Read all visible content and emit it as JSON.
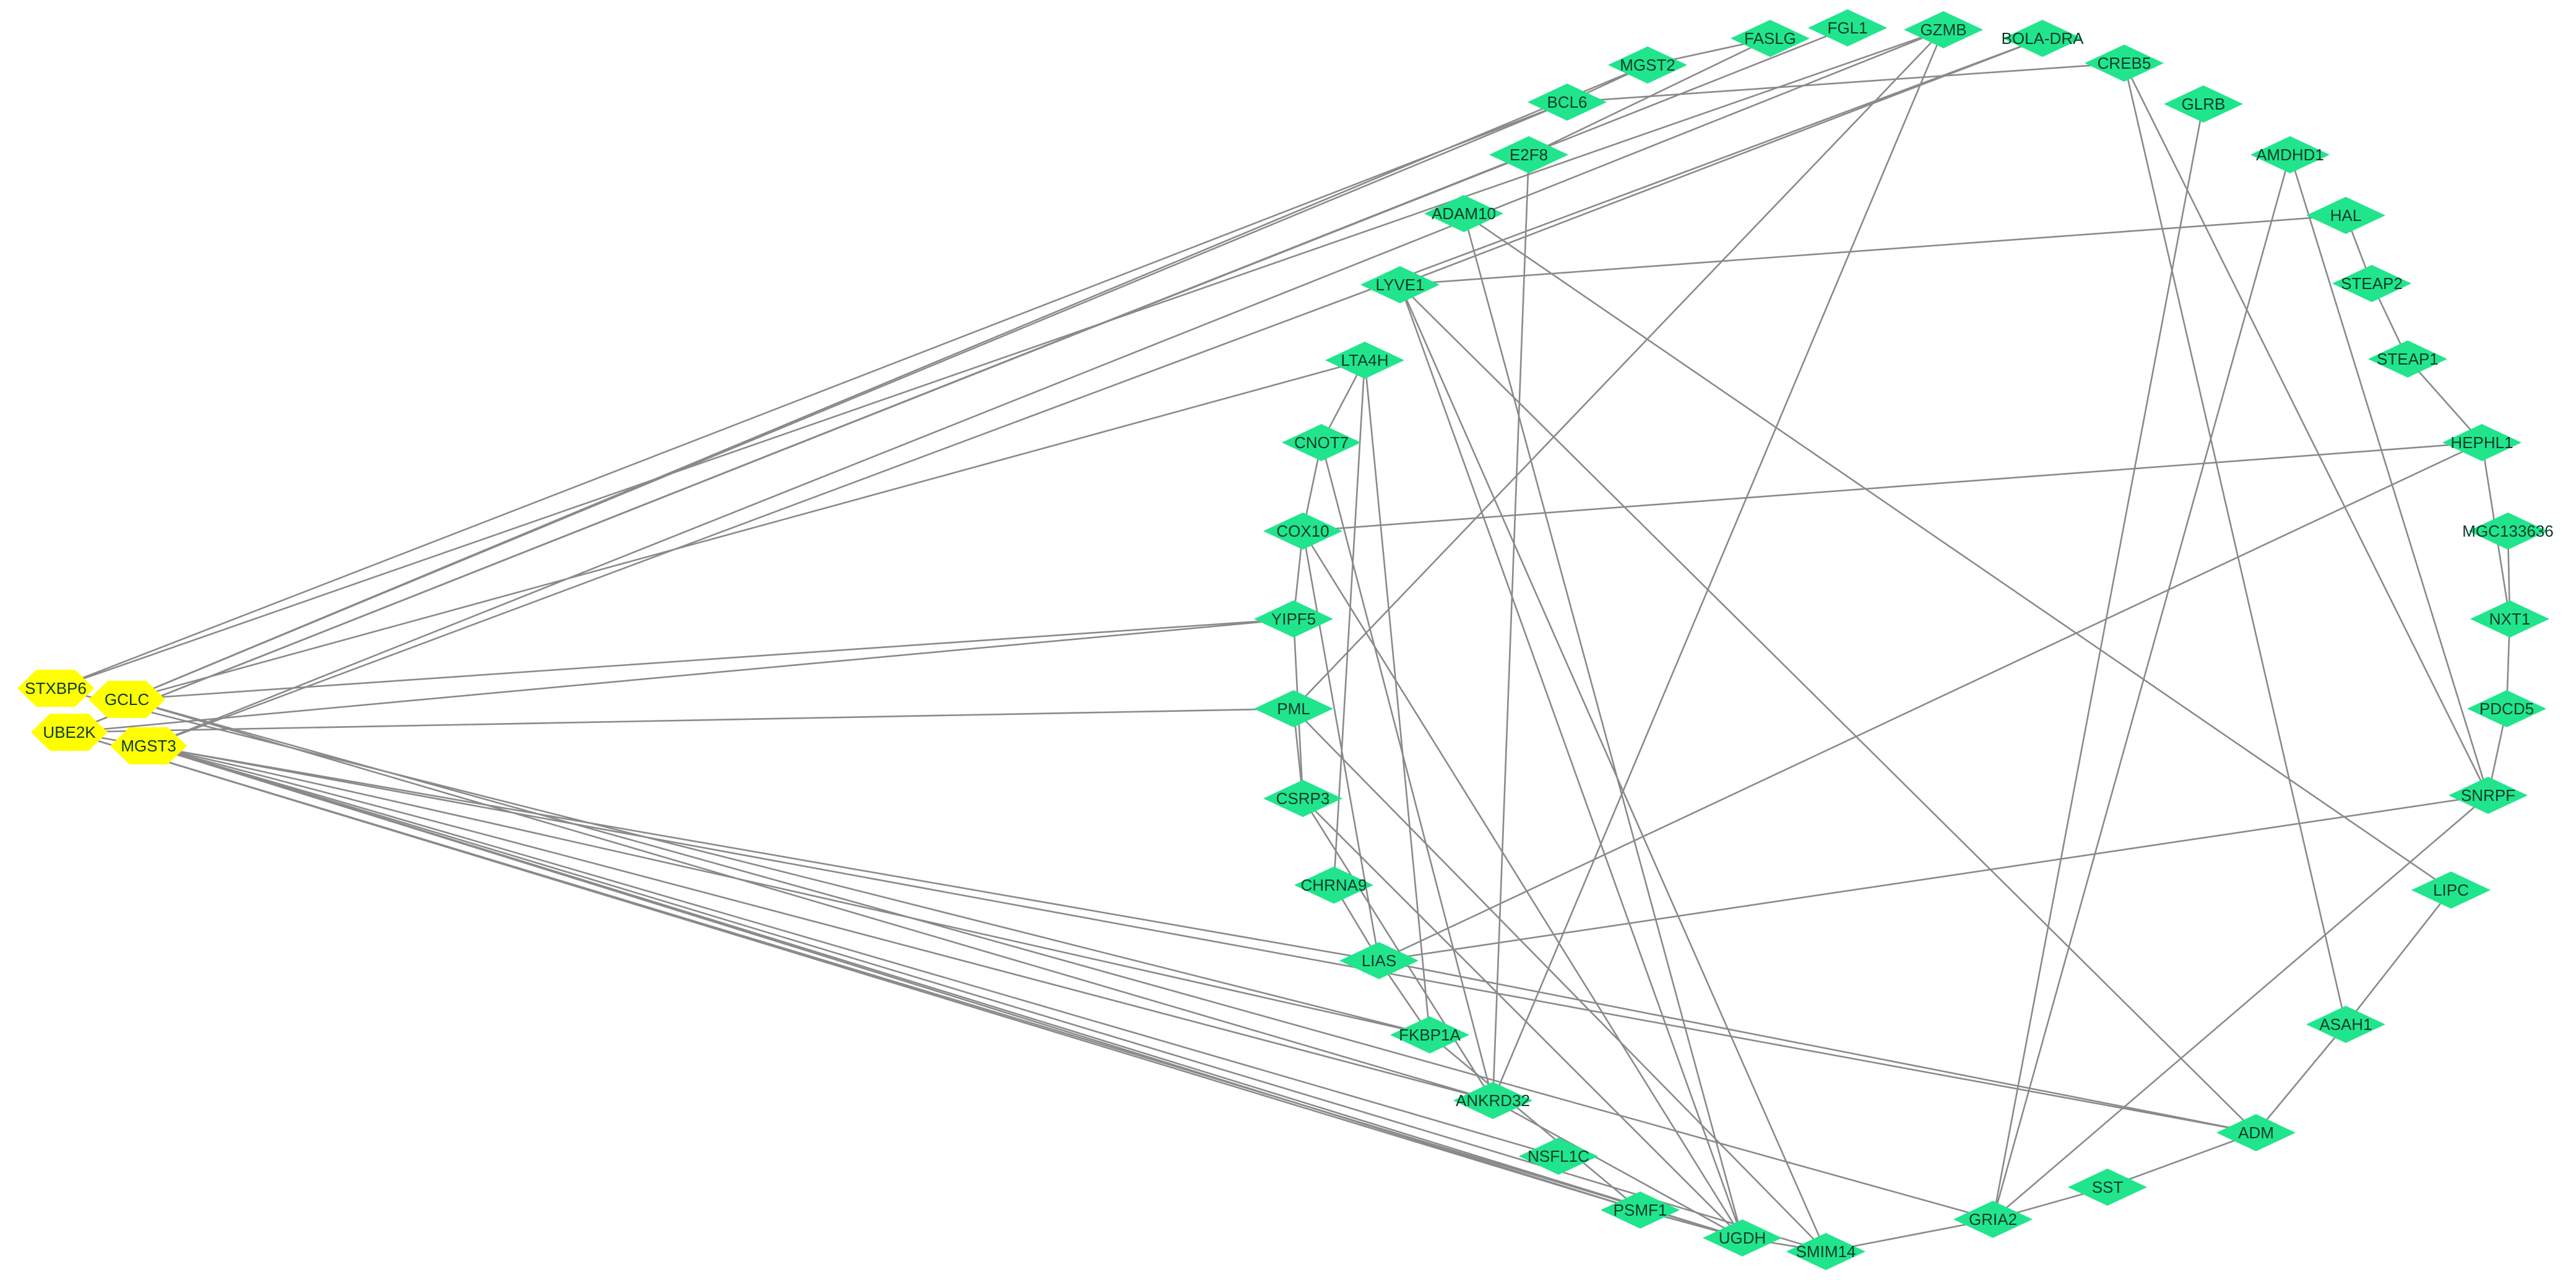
{
  "colors": {
    "hub_fill": "#ffff00",
    "target_fill": "#21e58c",
    "edge": "#8a8a8a",
    "label": "#0b3b2a"
  },
  "hubs": [
    {
      "id": "STXBP6",
      "label": "STXBP6"
    },
    {
      "id": "GCLC",
      "label": "GCLC"
    },
    {
      "id": "UBE2K",
      "label": "UBE2K"
    },
    {
      "id": "MGST3",
      "label": "MGST3"
    }
  ],
  "nodes": [
    {
      "id": "FASLG",
      "label": "FASLG"
    },
    {
      "id": "FGL1",
      "label": "FGL1"
    },
    {
      "id": "GZMB",
      "label": "GZMB"
    },
    {
      "id": "BOLA-DRA",
      "label": "BOLA-DRA"
    },
    {
      "id": "MGST2",
      "label": "MGST2"
    },
    {
      "id": "CREB5",
      "label": "CREB5"
    },
    {
      "id": "BCL6",
      "label": "BCL6"
    },
    {
      "id": "GLRB",
      "label": "GLRB"
    },
    {
      "id": "AMDHD1",
      "label": "AMDHD1"
    },
    {
      "id": "E2F8",
      "label": "E2F8"
    },
    {
      "id": "ADAM10",
      "label": "ADAM10"
    },
    {
      "id": "HAL",
      "label": "HAL"
    },
    {
      "id": "LYVE1",
      "label": "LYVE1"
    },
    {
      "id": "STEAP2",
      "label": "STEAP2"
    },
    {
      "id": "LTA4H",
      "label": "LTA4H"
    },
    {
      "id": "STEAP1",
      "label": "STEAP1"
    },
    {
      "id": "CNOT7",
      "label": "CNOT7"
    },
    {
      "id": "HEPHL1",
      "label": "HEPHL1"
    },
    {
      "id": "COX10",
      "label": "COX10"
    },
    {
      "id": "MGC133636",
      "label": "MGC133636"
    },
    {
      "id": "YIPF5",
      "label": "YIPF5"
    },
    {
      "id": "NXT1",
      "label": "NXT1"
    },
    {
      "id": "PML",
      "label": "PML"
    },
    {
      "id": "PDCD5",
      "label": "PDCD5"
    },
    {
      "id": "CSRP3",
      "label": "CSRP3"
    },
    {
      "id": "SNRPF",
      "label": "SNRPF"
    },
    {
      "id": "CHRNA9",
      "label": "CHRNA9"
    },
    {
      "id": "LIPC",
      "label": "LIPC"
    },
    {
      "id": "LIAS",
      "label": "LIAS"
    },
    {
      "id": "FKBP1A",
      "label": "FKBP1A"
    },
    {
      "id": "ASAH1",
      "label": "ASAH1"
    },
    {
      "id": "ANKRD32",
      "label": "ANKRD32"
    },
    {
      "id": "ADM",
      "label": "ADM"
    },
    {
      "id": "NSFL1C",
      "label": "NSFL1C"
    },
    {
      "id": "SST",
      "label": "SST"
    },
    {
      "id": "PSMF1",
      "label": "PSMF1"
    },
    {
      "id": "GRIA2",
      "label": "GRIA2"
    },
    {
      "id": "UGDH",
      "label": "UGDH"
    },
    {
      "id": "SMIM14",
      "label": "SMIM14"
    }
  ],
  "edges": [
    [
      "STXBP6",
      "BCL6"
    ],
    [
      "STXBP6",
      "GZMB"
    ],
    [
      "STXBP6",
      "FKBP1A"
    ],
    [
      "GCLC",
      "BCL6"
    ],
    [
      "GCLC",
      "MGST2"
    ],
    [
      "GCLC",
      "YIPF5"
    ],
    [
      "GCLC",
      "ANKRD32"
    ],
    [
      "GCLC",
      "LTA4H"
    ],
    [
      "GCLC",
      "GRIA2"
    ],
    [
      "UBE2K",
      "E2F8"
    ],
    [
      "UBE2K",
      "FGL1"
    ],
    [
      "UBE2K",
      "YIPF5"
    ],
    [
      "UBE2K",
      "PML"
    ],
    [
      "UBE2K",
      "LIAS"
    ],
    [
      "UBE2K",
      "PSMF1"
    ],
    [
      "UBE2K",
      "UGDH"
    ],
    [
      "MGST3",
      "BOLA-DRA"
    ],
    [
      "MGST3",
      "GZMB"
    ],
    [
      "MGST3",
      "ADM"
    ],
    [
      "MGST3",
      "NSFL1C"
    ],
    [
      "MGST3",
      "PSMF1"
    ],
    [
      "MGST3",
      "UGDH"
    ],
    [
      "MGST3",
      "SMIM14"
    ],
    [
      "MGST3",
      "FKBP1A"
    ],
    [
      "MGST3",
      "ANKRD32"
    ],
    [
      "GZMB",
      "PML"
    ],
    [
      "GZMB",
      "ANKRD32"
    ],
    [
      "BOLA-DRA",
      "LYVE1"
    ],
    [
      "FASLG",
      "E2F8"
    ],
    [
      "BCL6",
      "CREB5"
    ],
    [
      "BCL6",
      "MGST2"
    ],
    [
      "MGST2",
      "FASLG"
    ],
    [
      "CREB5",
      "SNRPF"
    ],
    [
      "CREB5",
      "ASAH1"
    ],
    [
      "GLRB",
      "GRIA2"
    ],
    [
      "AMDHD1",
      "SNRPF"
    ],
    [
      "E2F8",
      "ANKRD32"
    ],
    [
      "ADAM10",
      "LIPC"
    ],
    [
      "ADAM10",
      "UGDH"
    ],
    [
      "HAL",
      "LYVE1"
    ],
    [
      "HAL",
      "STEAP2"
    ],
    [
      "STEAP2",
      "STEAP1"
    ],
    [
      "STEAP1",
      "HEPHL1"
    ],
    [
      "HEPHL1",
      "COX10"
    ],
    [
      "HEPHL1",
      "LIAS"
    ],
    [
      "MGC133636",
      "NXT1"
    ],
    [
      "NXT1",
      "PDCD5"
    ],
    [
      "PDCD5",
      "SNRPF"
    ],
    [
      "SNRPF",
      "LIAS"
    ],
    [
      "SNRPF",
      "GRIA2"
    ],
    [
      "LIPC",
      "ASAH1"
    ],
    [
      "ASAH1",
      "ADM"
    ],
    [
      "ADM",
      "SST"
    ],
    [
      "SST",
      "GRIA2"
    ],
    [
      "LYVE1",
      "SMIM14"
    ],
    [
      "LYVE1",
      "ADM"
    ],
    [
      "LYVE1",
      "UGDH"
    ],
    [
      "LTA4H",
      "CNOT7"
    ],
    [
      "LTA4H",
      "CHRNA9"
    ],
    [
      "LTA4H",
      "FKBP1A"
    ],
    [
      "CNOT7",
      "COX10"
    ],
    [
      "CNOT7",
      "ANKRD32"
    ],
    [
      "COX10",
      "YIPF5"
    ],
    [
      "COX10",
      "UGDH"
    ],
    [
      "COX10",
      "LIAS"
    ],
    [
      "YIPF5",
      "CSRP3"
    ],
    [
      "PML",
      "CSRP3"
    ],
    [
      "PML",
      "SMIM14"
    ],
    [
      "CSRP3",
      "ANKRD32"
    ],
    [
      "CSRP3",
      "UGDH"
    ],
    [
      "CHRNA9",
      "LIAS"
    ],
    [
      "LIAS",
      "FKBP1A"
    ],
    [
      "LIAS",
      "ADM"
    ],
    [
      "FKBP1A",
      "PSMF1"
    ],
    [
      "ANKRD32",
      "UGDH"
    ],
    [
      "PSMF1",
      "UGDH"
    ],
    [
      "UGDH",
      "SMIM14"
    ],
    [
      "SMIM14",
      "GRIA2"
    ],
    [
      "GRIA2",
      "AMDHD1"
    ],
    [
      "HEPHL1",
      "NXT1"
    ]
  ]
}
